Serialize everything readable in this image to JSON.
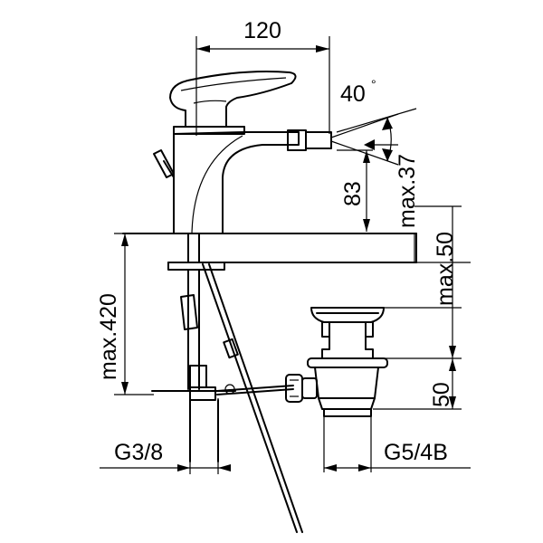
{
  "dimensions": {
    "width": "120",
    "angle": "40",
    "degree": "°",
    "spout_height": "83",
    "max_reach": "max.37",
    "max_deck": "max.50",
    "max_rod": "max.420",
    "drain_height": "50",
    "inlet_thread": "G3/8",
    "drain_thread": "G5/4B"
  }
}
